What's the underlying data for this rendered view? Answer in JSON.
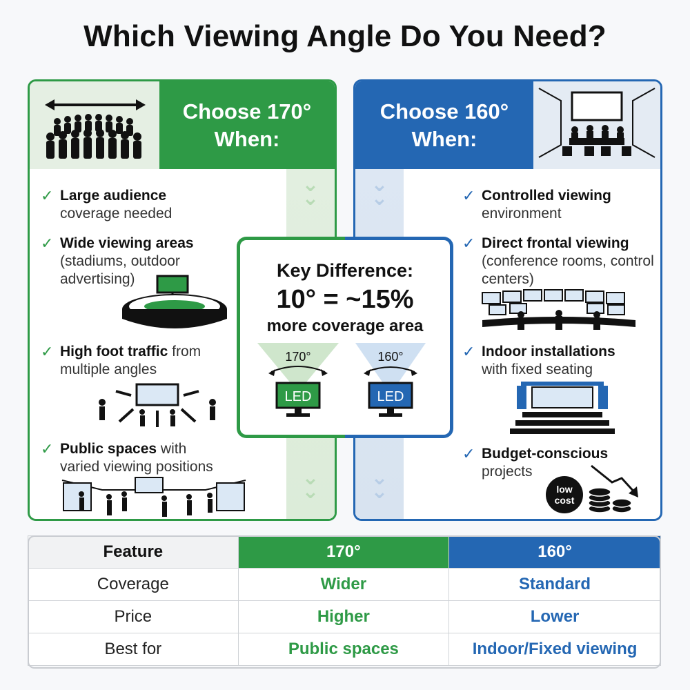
{
  "title": "Which Viewing Angle Do You Need?",
  "left_panel": {
    "heading_line1": "Choose 170°",
    "heading_line2": "When:",
    "accent": "#2e9a46",
    "items": [
      {
        "bold": "Large audience",
        "rest": "coverage needed"
      },
      {
        "bold": "Wide viewing areas",
        "rest": "(stadiums, outdoor advertising)"
      },
      {
        "bold": "High foot traffic",
        "rest_inline": " from",
        "rest": "multiple angles"
      },
      {
        "bold": "Public spaces",
        "rest_inline": " with",
        "rest": "varied viewing positions"
      }
    ]
  },
  "right_panel": {
    "heading_line1": "Choose 160°",
    "heading_line2": "When:",
    "accent": "#2467b3",
    "items": [
      {
        "bold": "Controlled viewing",
        "rest": "environment"
      },
      {
        "bold": "Direct frontal viewing",
        "rest": "(conference rooms, control centers)"
      },
      {
        "bold": "Indoor installations",
        "rest": "with fixed seating"
      },
      {
        "bold": "Budget-conscious",
        "rest": "projects"
      }
    ],
    "badge": {
      "line1": "low",
      "line2": "cost"
    }
  },
  "key_difference": {
    "title": "Key Difference:",
    "main": "10° = ~15%",
    "sub": "more coverage area",
    "left_angle": "170°",
    "right_angle": "160°",
    "screen_label": "LED"
  },
  "table": {
    "headers": [
      "Feature",
      "170°",
      "160°"
    ],
    "rows": [
      [
        "Coverage",
        "Wider",
        "Standard"
      ],
      [
        "Price",
        "Higher",
        "Lower"
      ],
      [
        "Best for",
        "Public spaces",
        "Indoor/Fixed viewing"
      ]
    ]
  },
  "icons": [
    "crowd-icon",
    "double-arrow-icon",
    "presentation-room-icon",
    "stadium-icon",
    "converging-arrows-icon",
    "public-space-icon",
    "control-center-icon",
    "theater-seating-icon",
    "coins-icon",
    "chevron-down-icon",
    "check-icon",
    "led-screen-icon"
  ]
}
